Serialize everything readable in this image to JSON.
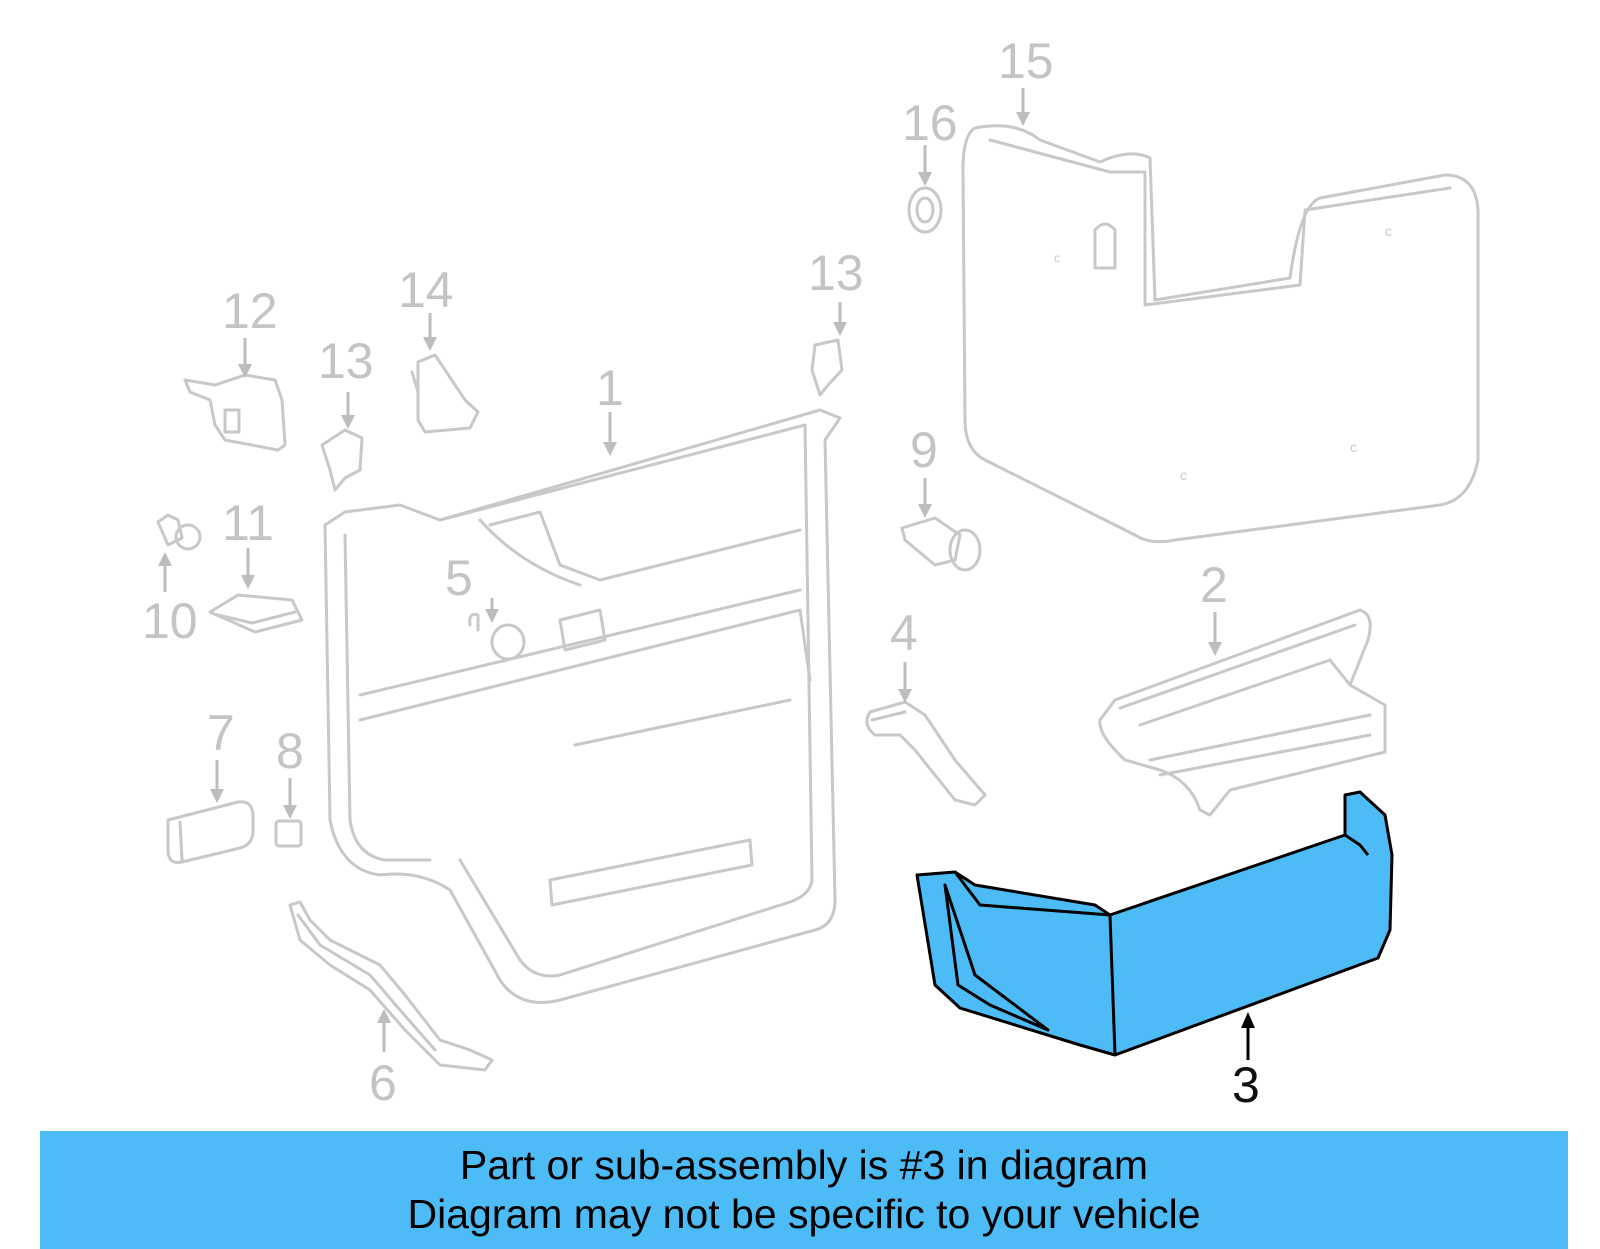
{
  "colors": {
    "highlight": "#4dbbf5",
    "banner": "#4dbbf5",
    "ghost_lines": "#c8c8c8",
    "label_ghost": "#c4c4c4",
    "label_highlight": "#111111"
  },
  "highlighted_part": "3",
  "labels": {
    "p1": "1",
    "p2": "2",
    "p3": "3",
    "p4": "4",
    "p5": "5",
    "p6": "6",
    "p7": "7",
    "p8": "8",
    "p9": "9",
    "p10": "10",
    "p11": "11",
    "p12": "12",
    "p13a": "13",
    "p13b": "13",
    "p14": "14",
    "p15": "15",
    "p16": "16"
  },
  "banner": {
    "line1": "Part or sub-assembly is #3 in diagram",
    "line2": "Diagram may not be specific to your vehicle"
  }
}
